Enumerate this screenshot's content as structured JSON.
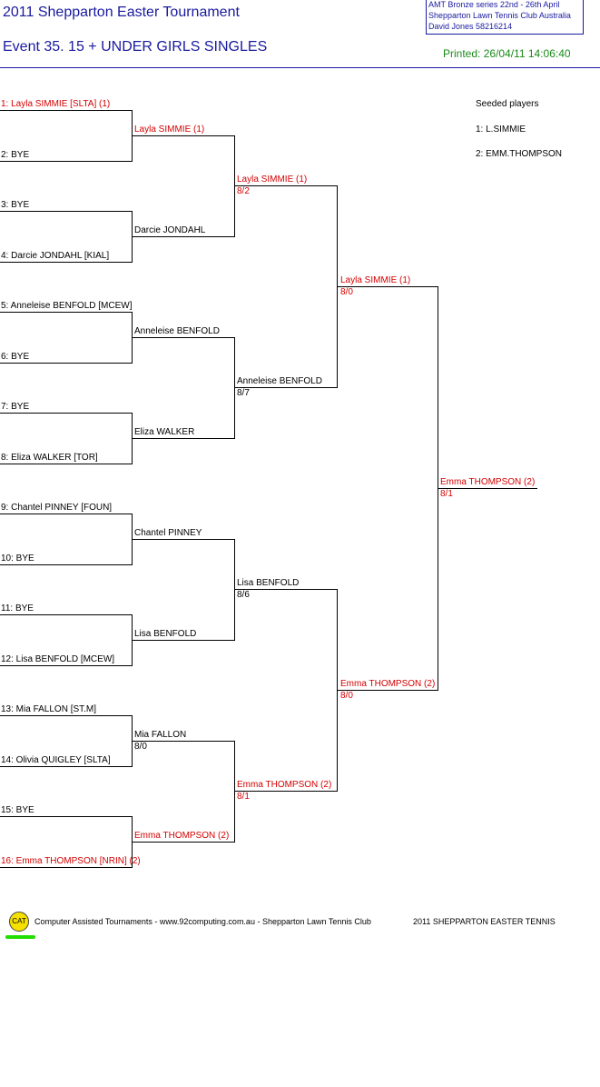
{
  "header": {
    "title": "2011 Shepparton Easter Tournament",
    "event": "Event 35. 15 + UNDER GIRLS SINGLES",
    "info_line1": "AMT Bronze series    22nd - 26th April",
    "info_line2": "Shepparton Lawn Tennis Club    Australia",
    "info_line3": "David Jones    58216214",
    "printed": "Printed: 26/04/11 14:06:40"
  },
  "seeded": {
    "heading": "Seeded players",
    "items": [
      "1: L.SIMMIE",
      "2: EMM.THOMPSON"
    ]
  },
  "round1": [
    {
      "label": "1: Layla SIMMIE [SLTA] (1)",
      "color": "#d40000"
    },
    {
      "label": "2: BYE",
      "color": "#000000"
    },
    {
      "label": "3: BYE",
      "color": "#000000"
    },
    {
      "label": "4: Darcie JONDAHL [KIAL]",
      "color": "#000000"
    },
    {
      "label": "5: Anneleise BENFOLD [MCEW]",
      "color": "#000000"
    },
    {
      "label": "6: BYE",
      "color": "#000000"
    },
    {
      "label": "7: BYE",
      "color": "#000000"
    },
    {
      "label": "8: Eliza WALKER [TOR]",
      "color": "#000000"
    },
    {
      "label": "9: Chantel PINNEY [FOUN]",
      "color": "#000000"
    },
    {
      "label": "10: BYE",
      "color": "#000000"
    },
    {
      "label": "11: BYE",
      "color": "#000000"
    },
    {
      "label": "12: Lisa BENFOLD [MCEW]",
      "color": "#000000"
    },
    {
      "label": "13: Mia FALLON [ST.M]",
      "color": "#000000"
    },
    {
      "label": "14: Olivia QUIGLEY [SLTA]",
      "color": "#000000"
    },
    {
      "label": "15: BYE",
      "color": "#000000"
    },
    {
      "label": "16: Emma THOMPSON [NRIN] (2)",
      "color": "#d40000"
    }
  ],
  "round2": [
    {
      "name": "Layla SIMMIE (1)",
      "score": "",
      "color": "#d40000"
    },
    {
      "name": "Darcie JONDAHL",
      "score": "",
      "color": "#000000"
    },
    {
      "name": "Anneleise BENFOLD",
      "score": "",
      "color": "#000000"
    },
    {
      "name": "Eliza WALKER",
      "score": "",
      "color": "#000000"
    },
    {
      "name": "Chantel PINNEY",
      "score": "",
      "color": "#000000"
    },
    {
      "name": "Lisa BENFOLD",
      "score": "",
      "color": "#000000"
    },
    {
      "name": "Mia FALLON",
      "score": "8/0",
      "color": "#000000"
    },
    {
      "name": "Emma THOMPSON (2)",
      "score": "",
      "color": "#d40000"
    }
  ],
  "round3": [
    {
      "name": "Layla SIMMIE (1)",
      "score": "8/2",
      "color": "#d40000"
    },
    {
      "name": "Anneleise BENFOLD",
      "score": "8/7",
      "color": "#000000"
    },
    {
      "name": "Lisa BENFOLD",
      "score": "8/6",
      "color": "#000000"
    },
    {
      "name": "Emma THOMPSON (2)",
      "score": "8/1",
      "color": "#d40000"
    }
  ],
  "round4": [
    {
      "name": "Layla SIMMIE (1)",
      "score": "8/0",
      "color": "#d40000"
    },
    {
      "name": "Emma THOMPSON (2)",
      "score": "8/0",
      "color": "#d40000"
    }
  ],
  "final": {
    "name": "Emma THOMPSON (2)",
    "score": "8/1",
    "color": "#d40000"
  },
  "footer": {
    "logo_text": "CAT",
    "credit": "Computer Assisted Tournaments - www.92computing.com.au -  Shepparton Lawn Tennis Club",
    "event_name": "2011 SHEPPARTON EASTER TENNIS"
  }
}
